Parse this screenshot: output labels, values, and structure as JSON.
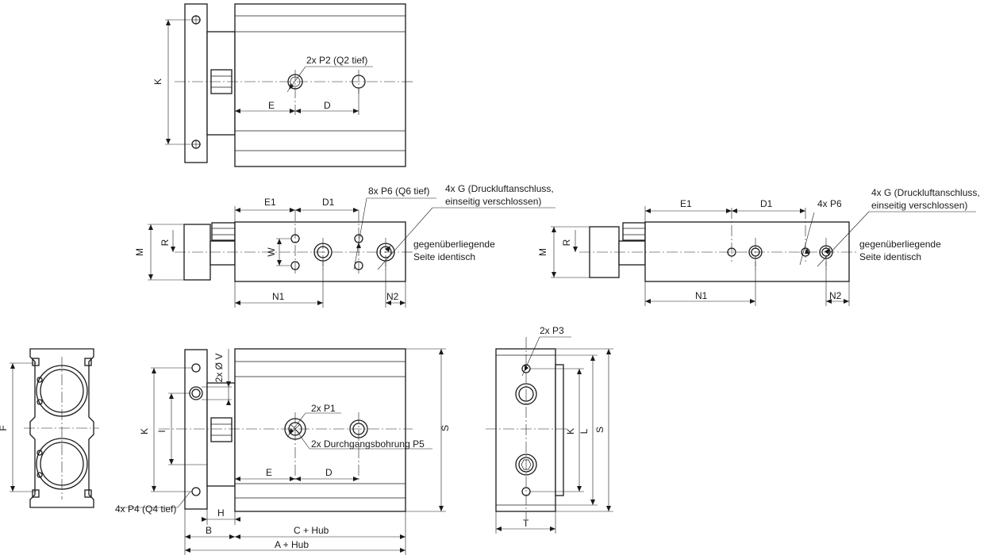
{
  "top_view": {
    "K": "K",
    "P2": "2x P2 (Q2 tief)",
    "E": "E",
    "D": "D"
  },
  "side_view_left": {
    "E1": "E1",
    "D1": "D1",
    "P6": "8x P6 (Q6 tief)",
    "G_line1": "4x G (Druckluftanschluss,",
    "G_line2": "einseitig verschlossen)",
    "M": "M",
    "R": "R",
    "W": "W",
    "N1": "N1",
    "N2": "N2",
    "opp_line1": "gegenüberliegende",
    "opp_line2": "Seite identisch"
  },
  "side_view_right": {
    "E1": "E1",
    "D1": "D1",
    "P6": "4x P6",
    "G_line1": "4x G (Druckluftanschluss,",
    "G_line2": "einseitig verschlossen)",
    "M": "M",
    "R": "R",
    "N1": "N1",
    "N2": "N2",
    "opp_line1": "gegenüberliegende",
    "opp_line2": "Seite identisch"
  },
  "end_view": {
    "F": "F"
  },
  "main_view": {
    "V": "2x Ø V",
    "K": "K",
    "I": "I",
    "P1": "2x P1",
    "P5": "2x Durchgangsbohrung P5",
    "S": "S",
    "E": "E",
    "D": "D",
    "P4": "4x P4 (Q4 tief)",
    "H": "H",
    "B": "B",
    "C": "C + Hub",
    "A": "A + Hub"
  },
  "rear_view": {
    "P3": "2x P3",
    "K": "K",
    "L": "L",
    "S": "S",
    "T": "T"
  }
}
